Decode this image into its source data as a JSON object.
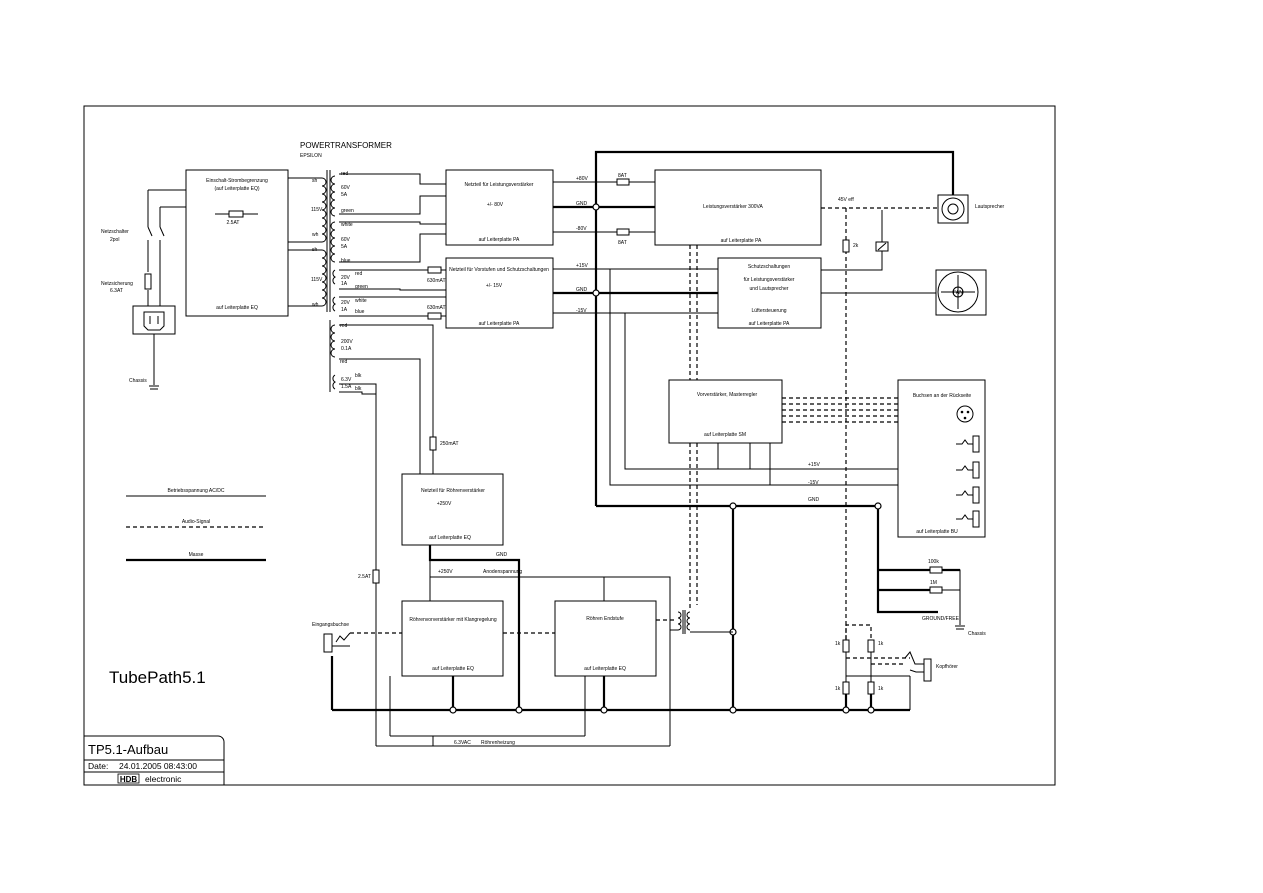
{
  "sheet": {
    "product_title": "TubePath5.1",
    "title_block": {
      "drawing_title": "TP5.1-Aufbau",
      "date_label": "Date:",
      "date_value": "24.01.2005 08:43:00",
      "company_logo_text": "HDB",
      "company_suffix": "electronic"
    }
  },
  "transformer": {
    "title": "POWERTRANSFORMER",
    "subtitle": "EPSILON",
    "primary1": {
      "top": "sh",
      "voltage": "115V",
      "bottom": "wh"
    },
    "primary2": {
      "top": "sh",
      "voltage": "115V",
      "bottom": "wh"
    },
    "sec1": {
      "top": "red",
      "line1": "60V",
      "line2": "5A",
      "bottom": "green"
    },
    "sec2": {
      "top": "white",
      "line1": "60V",
      "line2": "5A",
      "bottom": "blue"
    },
    "sec3": {
      "top": "red",
      "line1": "20V",
      "line2": "1A",
      "bottom": "green"
    },
    "sec4": {
      "top": "white",
      "line1": "20V",
      "line2": "1A",
      "bottom": "blue"
    },
    "sec5": {
      "top": "red",
      "line1": "200V",
      "line2": "0.1A",
      "bottom": "red"
    },
    "sec6": {
      "line1": "6.3V",
      "line2": "1.5A",
      "right1": "blk",
      "right2": "blk"
    }
  },
  "mains": {
    "switch_label": "Netzschalter",
    "switch_sub": "2pol",
    "fuse_label": "Netzsicherung",
    "fuse_value": "6.3AT",
    "chassis": "Chassis"
  },
  "blocks": {
    "inrush": {
      "title": "Einschalt-Strombegrenzung",
      "sub": "(auf Leiterplatte EQ)",
      "fuse": "2.5AT",
      "board": "auf Leiterplatte EQ"
    },
    "psu_pa": {
      "title": "Netzteil für Leistungsverstärker",
      "voltage": "+/- 80V",
      "board": "auf Leiterplatte PA"
    },
    "psu_pre": {
      "title": "Netzteil für Vorstufen und Schutzschaltungen",
      "voltage": "+/- 15V",
      "board": "auf Leiterplatte PA"
    },
    "power_amp": {
      "title": "Leistungsverstärker 300VA",
      "board": "auf Leiterplatte PA"
    },
    "protection": {
      "line1": "Schutzschaltungen",
      "line2": "für Leistungsverstärker",
      "line3": "und  Lautsprecher",
      "line4": "Lüftersteuerung",
      "board": "auf Leiterplatte PA"
    },
    "preamp": {
      "title": "Vorverstärker, Masterregler",
      "board": "auf Leiterplatte SM"
    },
    "rear_jacks": {
      "title": "Buchsen an der Rückseite",
      "board": "auf Leiterplatte BU"
    },
    "psu_tube": {
      "title": "Netzteil für Röhrenverstärker",
      "voltage": "+250V",
      "board": "auf Leiterplatte EQ"
    },
    "tube_pre": {
      "title": "Röhrenvorverstärker mit Klangregelung",
      "board": "auf Leiterplatte EQ"
    },
    "tube_out": {
      "title": "Röhren Endstufe",
      "board": "auf Leiterplatte EQ"
    }
  },
  "nets": {
    "p80": "+80V",
    "gnd": "GND",
    "m80": "-80V",
    "fuse_8at_a": "8AT",
    "fuse_8at_b": "8AT",
    "p15": "+15V",
    "gnd2": "GND",
    "m15": "-15V",
    "fuse_630_a": "630mAT",
    "fuse_630_b": "630mAT",
    "fuse_250": "250mAT",
    "fuse_25": "2.5AT",
    "bus_p15": "+15V",
    "bus_m15": "-15V",
    "bus_gnd": "GND",
    "gnd_tube": "GND",
    "anode_v": "+250V",
    "anode_label": "Anodenspannung",
    "heater_v": "6.3VAC",
    "heater_label": "Röhrenheizung",
    "speaker_out": "45V eff",
    "r2k": "2k",
    "r100k": "100k",
    "r1k": "1M"
  },
  "peripherals": {
    "speaker": "Lautsprecher",
    "fan_text": "FAN",
    "input": "Eingangsbuchse",
    "headphones": "Kopfhörer",
    "ground_free": "GROUND/FREE",
    "chassis2": "Chassis",
    "r_1k_a": "1k",
    "r_1k_b": "1k",
    "r_1k_c": "1k",
    "r_1k_d": "1k"
  },
  "legend": {
    "supply": "Betriebsspannung AC/DC",
    "audio": "Audio-Signal",
    "ground": "Masse"
  }
}
